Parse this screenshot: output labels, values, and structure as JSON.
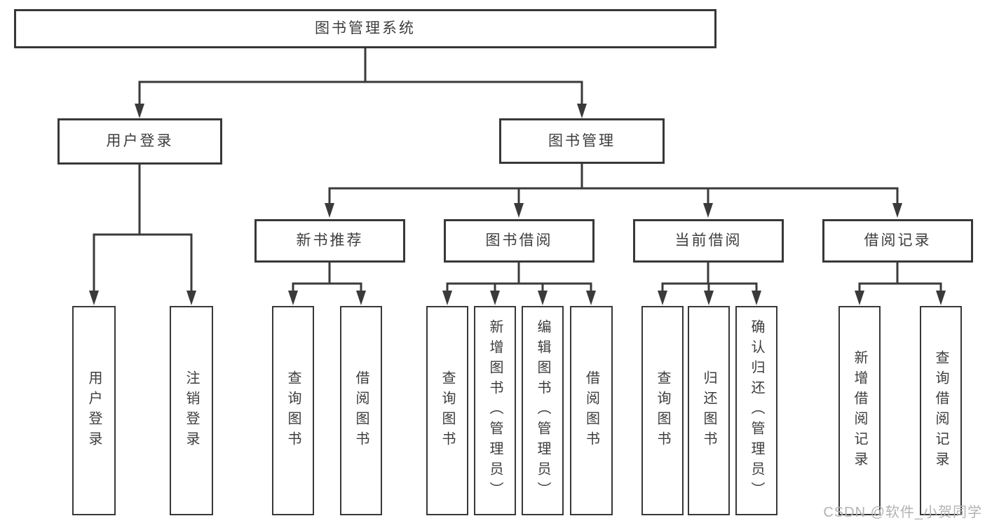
{
  "tree": {
    "root": {
      "label": "图书管理系统",
      "children": [
        {
          "label": "用户登录",
          "children": [
            {
              "label": "用户登录"
            },
            {
              "label": "注销登录"
            }
          ]
        },
        {
          "label": "图书管理",
          "children": [
            {
              "label": "新书推荐",
              "children": [
                {
                  "label": "查询图书"
                },
                {
                  "label": "借阅图书"
                }
              ]
            },
            {
              "label": "图书借阅",
              "children": [
                {
                  "label": "查询图书"
                },
                {
                  "label": "新增图书（管理员）"
                },
                {
                  "label": "编辑图书（管理员）"
                },
                {
                  "label": "借阅图书"
                }
              ]
            },
            {
              "label": "当前借阅",
              "children": [
                {
                  "label": "查询图书"
                },
                {
                  "label": "归还图书"
                },
                {
                  "label": "确认归还（管理员）"
                }
              ]
            },
            {
              "label": "借阅记录",
              "children": [
                {
                  "label": "新增借阅记录"
                },
                {
                  "label": "查询借阅记录"
                }
              ]
            }
          ]
        }
      ]
    }
  },
  "watermark": {
    "text": "CSDN @软件_小贺同学"
  },
  "colors": {
    "line": "#3a3a3a",
    "box_border": "#383838",
    "text": "#3d3d3d",
    "watermark": "#b3b3b3",
    "background": "#ffffff"
  }
}
